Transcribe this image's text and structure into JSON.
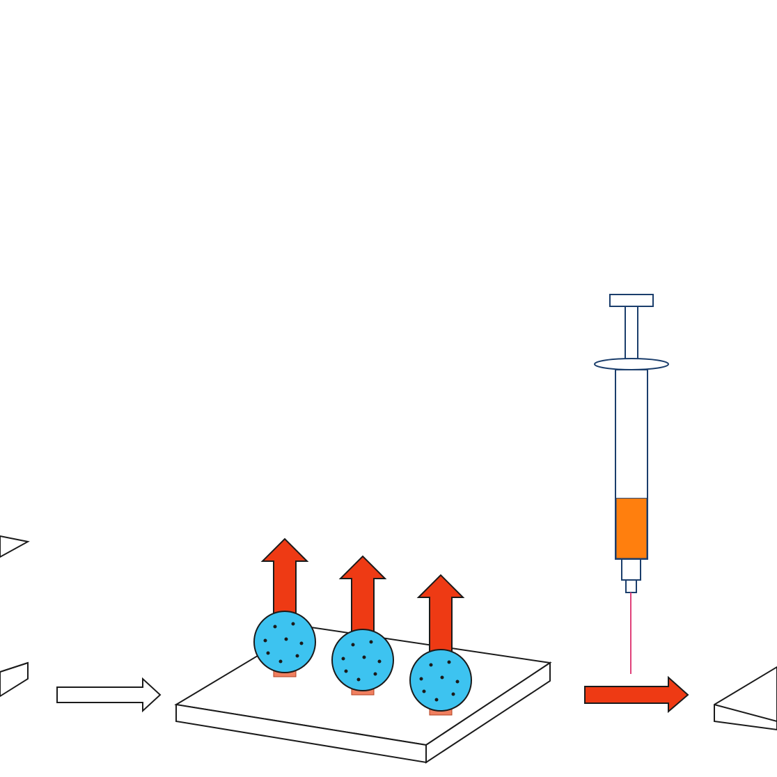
{
  "diagram": {
    "panels": [
      {
        "id": "left-slide",
        "description_hidden": true
      },
      {
        "id": "middle-slide",
        "beads": 3
      },
      {
        "id": "right-slide"
      }
    ],
    "arrows": [
      {
        "id": "hollow-arrow",
        "style": "outline"
      },
      {
        "id": "red-arrow",
        "style": "filled"
      }
    ],
    "beads": [
      {
        "id": "bead-1",
        "has_up_arrow": true
      },
      {
        "id": "bead-2",
        "has_up_arrow": true
      },
      {
        "id": "bead-3",
        "has_up_arrow": true
      }
    ],
    "syringe": {
      "fill_level": 0.32
    }
  },
  "colors": {
    "background": "#ffffff",
    "outline": "#1a1a1a",
    "arrow_red": "#ee3a14",
    "bead_fill": "#3dc3f0",
    "bead_dot": "#1a1a1a",
    "linker_fill": "#f08060",
    "syringe_stroke": "#1a3d6b",
    "syringe_liquid": "#ff7f0e",
    "syringe_needle": "#e0407a"
  }
}
